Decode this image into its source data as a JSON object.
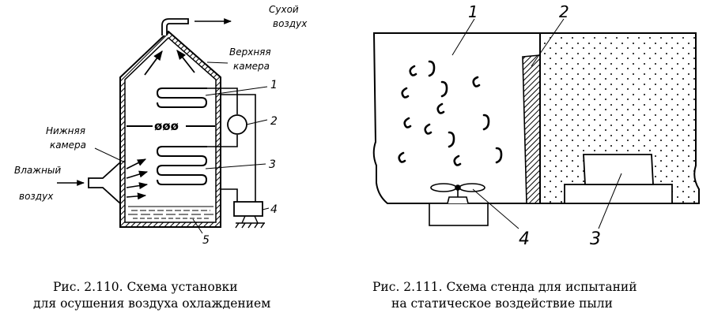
{
  "figure_110": {
    "labels": {
      "dry_air_1": "Сухой",
      "dry_air_2": "воздух",
      "upper_chamber_1": "Верхняя",
      "upper_chamber_2": "камера",
      "lower_chamber_1": "Нижняя",
      "lower_chamber_2": "камера",
      "humid_air_1": "Влажный",
      "humid_air_2": "воздух",
      "filter_mark": "øøø"
    },
    "callouts": [
      "1",
      "2",
      "3",
      "4",
      "5"
    ],
    "caption_line1": "Рис. 2.110. Схема установки",
    "caption_line2": "для осушения воздуха охлаждением"
  },
  "figure_111": {
    "callouts": [
      "1",
      "2",
      "4",
      "3"
    ],
    "caption_line1": "Рис. 2.111. Схема стенда для испытаний",
    "caption_line2": "на статическое воздействие  пыли"
  }
}
